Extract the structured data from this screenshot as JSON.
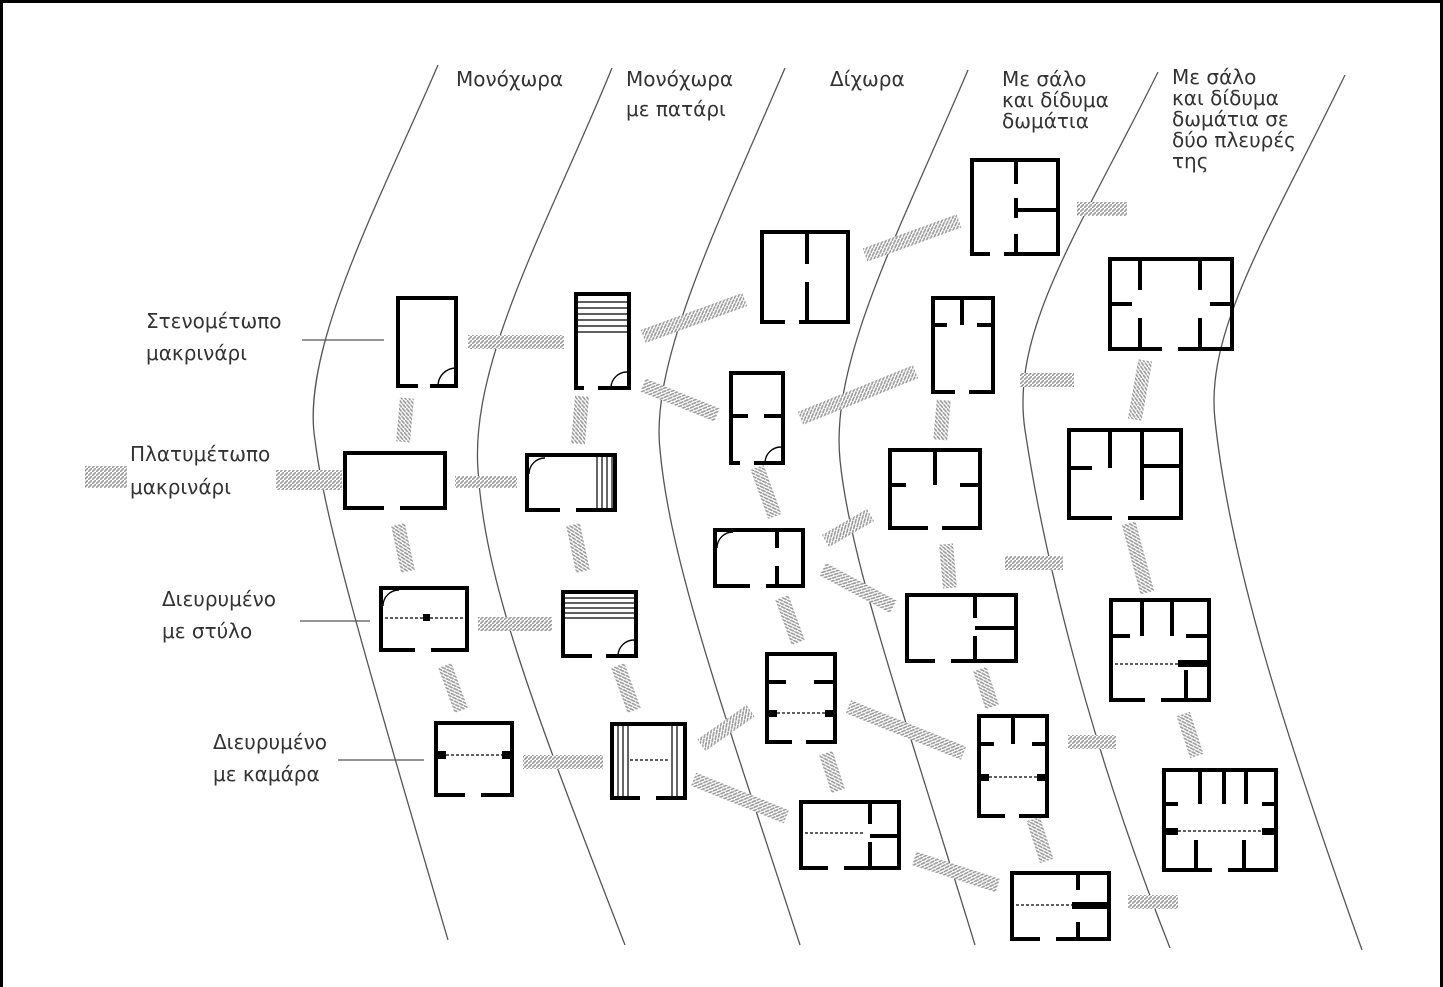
{
  "columns": [
    {
      "id": "monochora",
      "lines": [
        "Μονόχωρα"
      ]
    },
    {
      "id": "monochora-patari",
      "lines": [
        "Μονόχωρα",
        "με πατάρι"
      ]
    },
    {
      "id": "dichora",
      "lines": [
        "Δίχωρα"
      ]
    },
    {
      "id": "salo-didyma",
      "lines": [
        "Με σάλο",
        "και δίδυμα",
        "δωμάτια"
      ]
    },
    {
      "id": "salo-dyo-plevres",
      "lines": [
        "Με σάλο",
        "και δίδυμα",
        "δωμάτια σε",
        "δύο πλευρές",
        "της"
      ]
    }
  ],
  "rows": [
    {
      "id": "stenometopo",
      "lines": [
        "Στενομέτωπο",
        "μακρινάρι"
      ]
    },
    {
      "id": "platymetopo",
      "lines": [
        "Πλατυμέτωπο",
        "μακρινάρι"
      ]
    },
    {
      "id": "dievrymeno-stylo",
      "lines": [
        "Διευρυμένο",
        "με στύλο"
      ]
    },
    {
      "id": "dievrymeno-kamara",
      "lines": [
        "Διευρυμένο",
        "με καμάρα"
      ]
    }
  ],
  "colors": {
    "ink": "#000000",
    "label": "#333333",
    "connector": "#9a9a9a",
    "background": "#ffffff"
  }
}
